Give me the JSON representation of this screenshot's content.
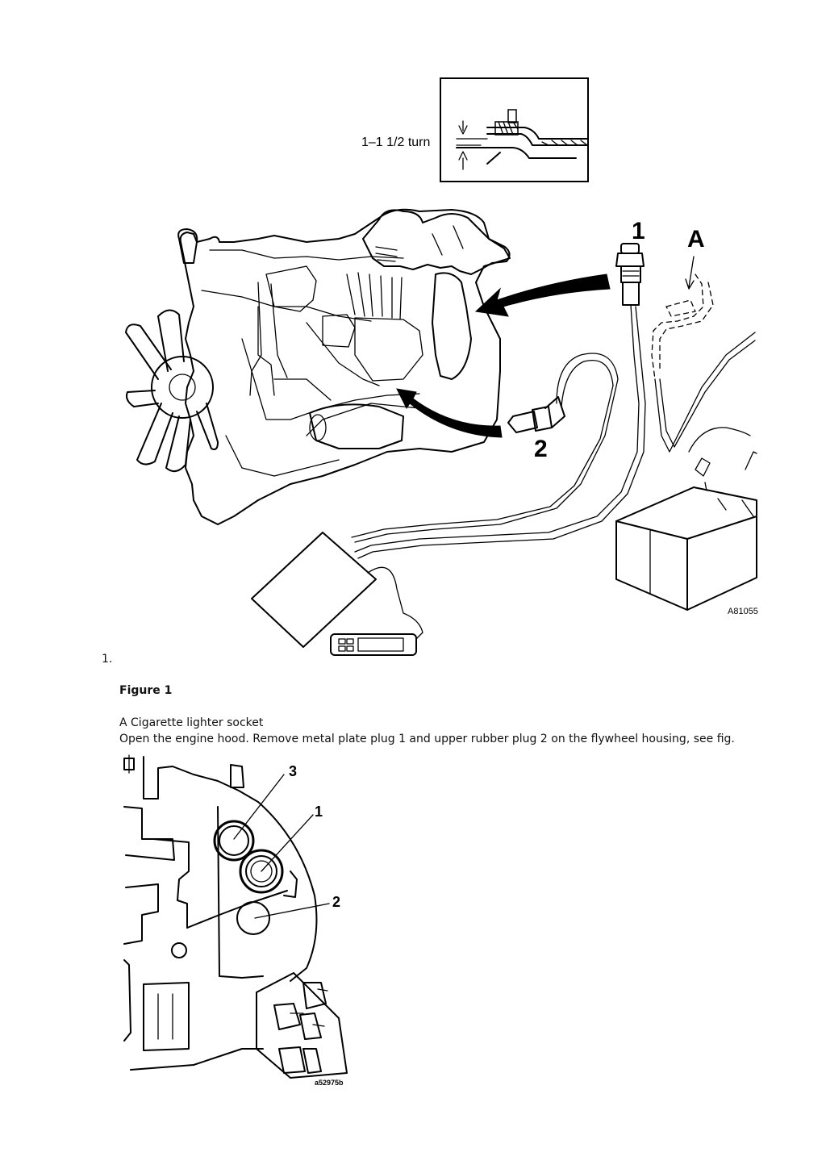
{
  "figure1": {
    "inset_label": "1–1 1/2 turn",
    "callout_1": "1",
    "callout_2": "2",
    "callout_A": "A",
    "image_code": "A81055"
  },
  "list_marker": "1.",
  "figure_title": "Figure 1",
  "caption_line": "A Cigarette lighter socket",
  "instruction": "Open the engine hood. Remove metal plate plug 1 and upper rubber plug 2 on the flywheel housing, see fig.",
  "figure2": {
    "callout_3": "3",
    "callout_1": "1",
    "callout_2": "2",
    "image_code": "a52975b"
  }
}
